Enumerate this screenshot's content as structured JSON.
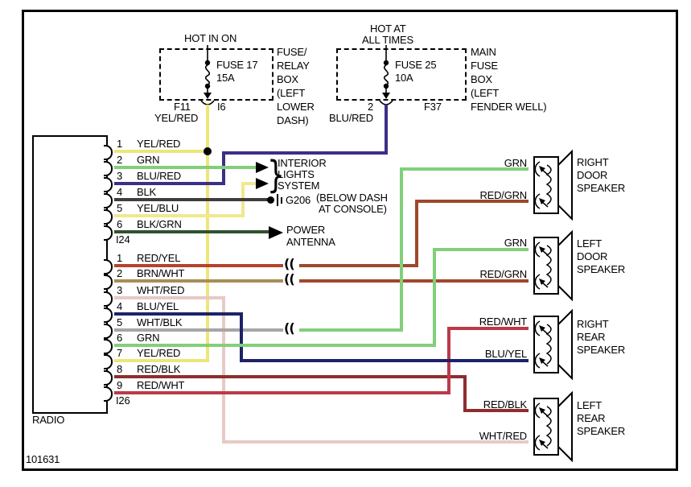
{
  "diagram_id": "101631",
  "colors": {
    "yel_red": "#ece67b",
    "grn": "#82cf79",
    "blu_red": "#3c2f86",
    "blk": "#3e3e3e",
    "yel_blu": "#efe98f",
    "blk_grn": "#31512f",
    "red_yel": "#b4432c",
    "brn_wht": "#a98c58",
    "wht_red": "#e8c9c6",
    "blu_yel": "#1d2269",
    "wht_blk": "#a6a6a6",
    "red_blk": "#8d2e2e",
    "red_wht": "#bb3a49",
    "red_grn": "#9e482c"
  },
  "fuse_box_left": {
    "power_label": "HOT IN ON",
    "fuse": "FUSE 17",
    "amps": "15A",
    "pin_left": "F11",
    "pin_right": "I6",
    "wire_label": "YEL/RED",
    "name_lines": [
      "FUSE/",
      "RELAY",
      "BOX",
      "(LEFT",
      "LOWER",
      "DASH)"
    ]
  },
  "fuse_box_right": {
    "power_label_1": "HOT AT",
    "power_label_2": "ALL TIMES",
    "fuse": "FUSE 25",
    "amps": "10A",
    "pin_left": "2",
    "pin_right": "F37",
    "wire_label": "BLU/RED",
    "name_lines": [
      "MAIN",
      "FUSE",
      "BOX",
      "(LEFT",
      "FENDER WELL)"
    ]
  },
  "radio": {
    "label": "RADIO",
    "connector1": {
      "id": "I24",
      "pins": [
        {
          "n": "1",
          "label": "YEL/RED"
        },
        {
          "n": "2",
          "label": "GRN"
        },
        {
          "n": "3",
          "label": "BLU/RED"
        },
        {
          "n": "4",
          "label": "BLK"
        },
        {
          "n": "5",
          "label": "YEL/BLU"
        },
        {
          "n": "6",
          "label": "BLK/GRN"
        }
      ]
    },
    "connector2": {
      "id": "I26",
      "pins": [
        {
          "n": "1",
          "label": "RED/YEL"
        },
        {
          "n": "2",
          "label": "BRN/WHT"
        },
        {
          "n": "3",
          "label": "WHT/RED"
        },
        {
          "n": "4",
          "label": "BLU/YEL"
        },
        {
          "n": "5",
          "label": "WHT/BLK"
        },
        {
          "n": "6",
          "label": "GRN"
        },
        {
          "n": "7",
          "label": "YEL/RED"
        },
        {
          "n": "8",
          "label": "RED/BLK"
        },
        {
          "n": "9",
          "label": "RED/WHT"
        }
      ]
    }
  },
  "interior_lights": {
    "lines": [
      "INTERIOR",
      "LIGHTS",
      "SYSTEM"
    ]
  },
  "ground": {
    "id": "G206",
    "note1": "(BELOW DASH",
    "note2": "AT CONSOLE)"
  },
  "power_antenna": {
    "lines": [
      "POWER",
      "ANTENNA"
    ]
  },
  "speakers": [
    {
      "lines": [
        "RIGHT",
        "DOOR",
        "SPEAKER"
      ],
      "wire_top": "GRN",
      "wire_bottom": "RED/GRN"
    },
    {
      "lines": [
        "LEFT",
        "DOOR",
        "SPEAKER"
      ],
      "wire_top": "GRN",
      "wire_bottom": "RED/GRN"
    },
    {
      "lines": [
        "RIGHT",
        "REAR",
        "SPEAKER"
      ],
      "wire_top": "RED/WHT",
      "wire_bottom": "BLU/YEL"
    },
    {
      "lines": [
        "LEFT",
        "REAR",
        "SPEAKER"
      ],
      "wire_top": "RED/BLK",
      "wire_bottom": "WHT/RED"
    }
  ]
}
